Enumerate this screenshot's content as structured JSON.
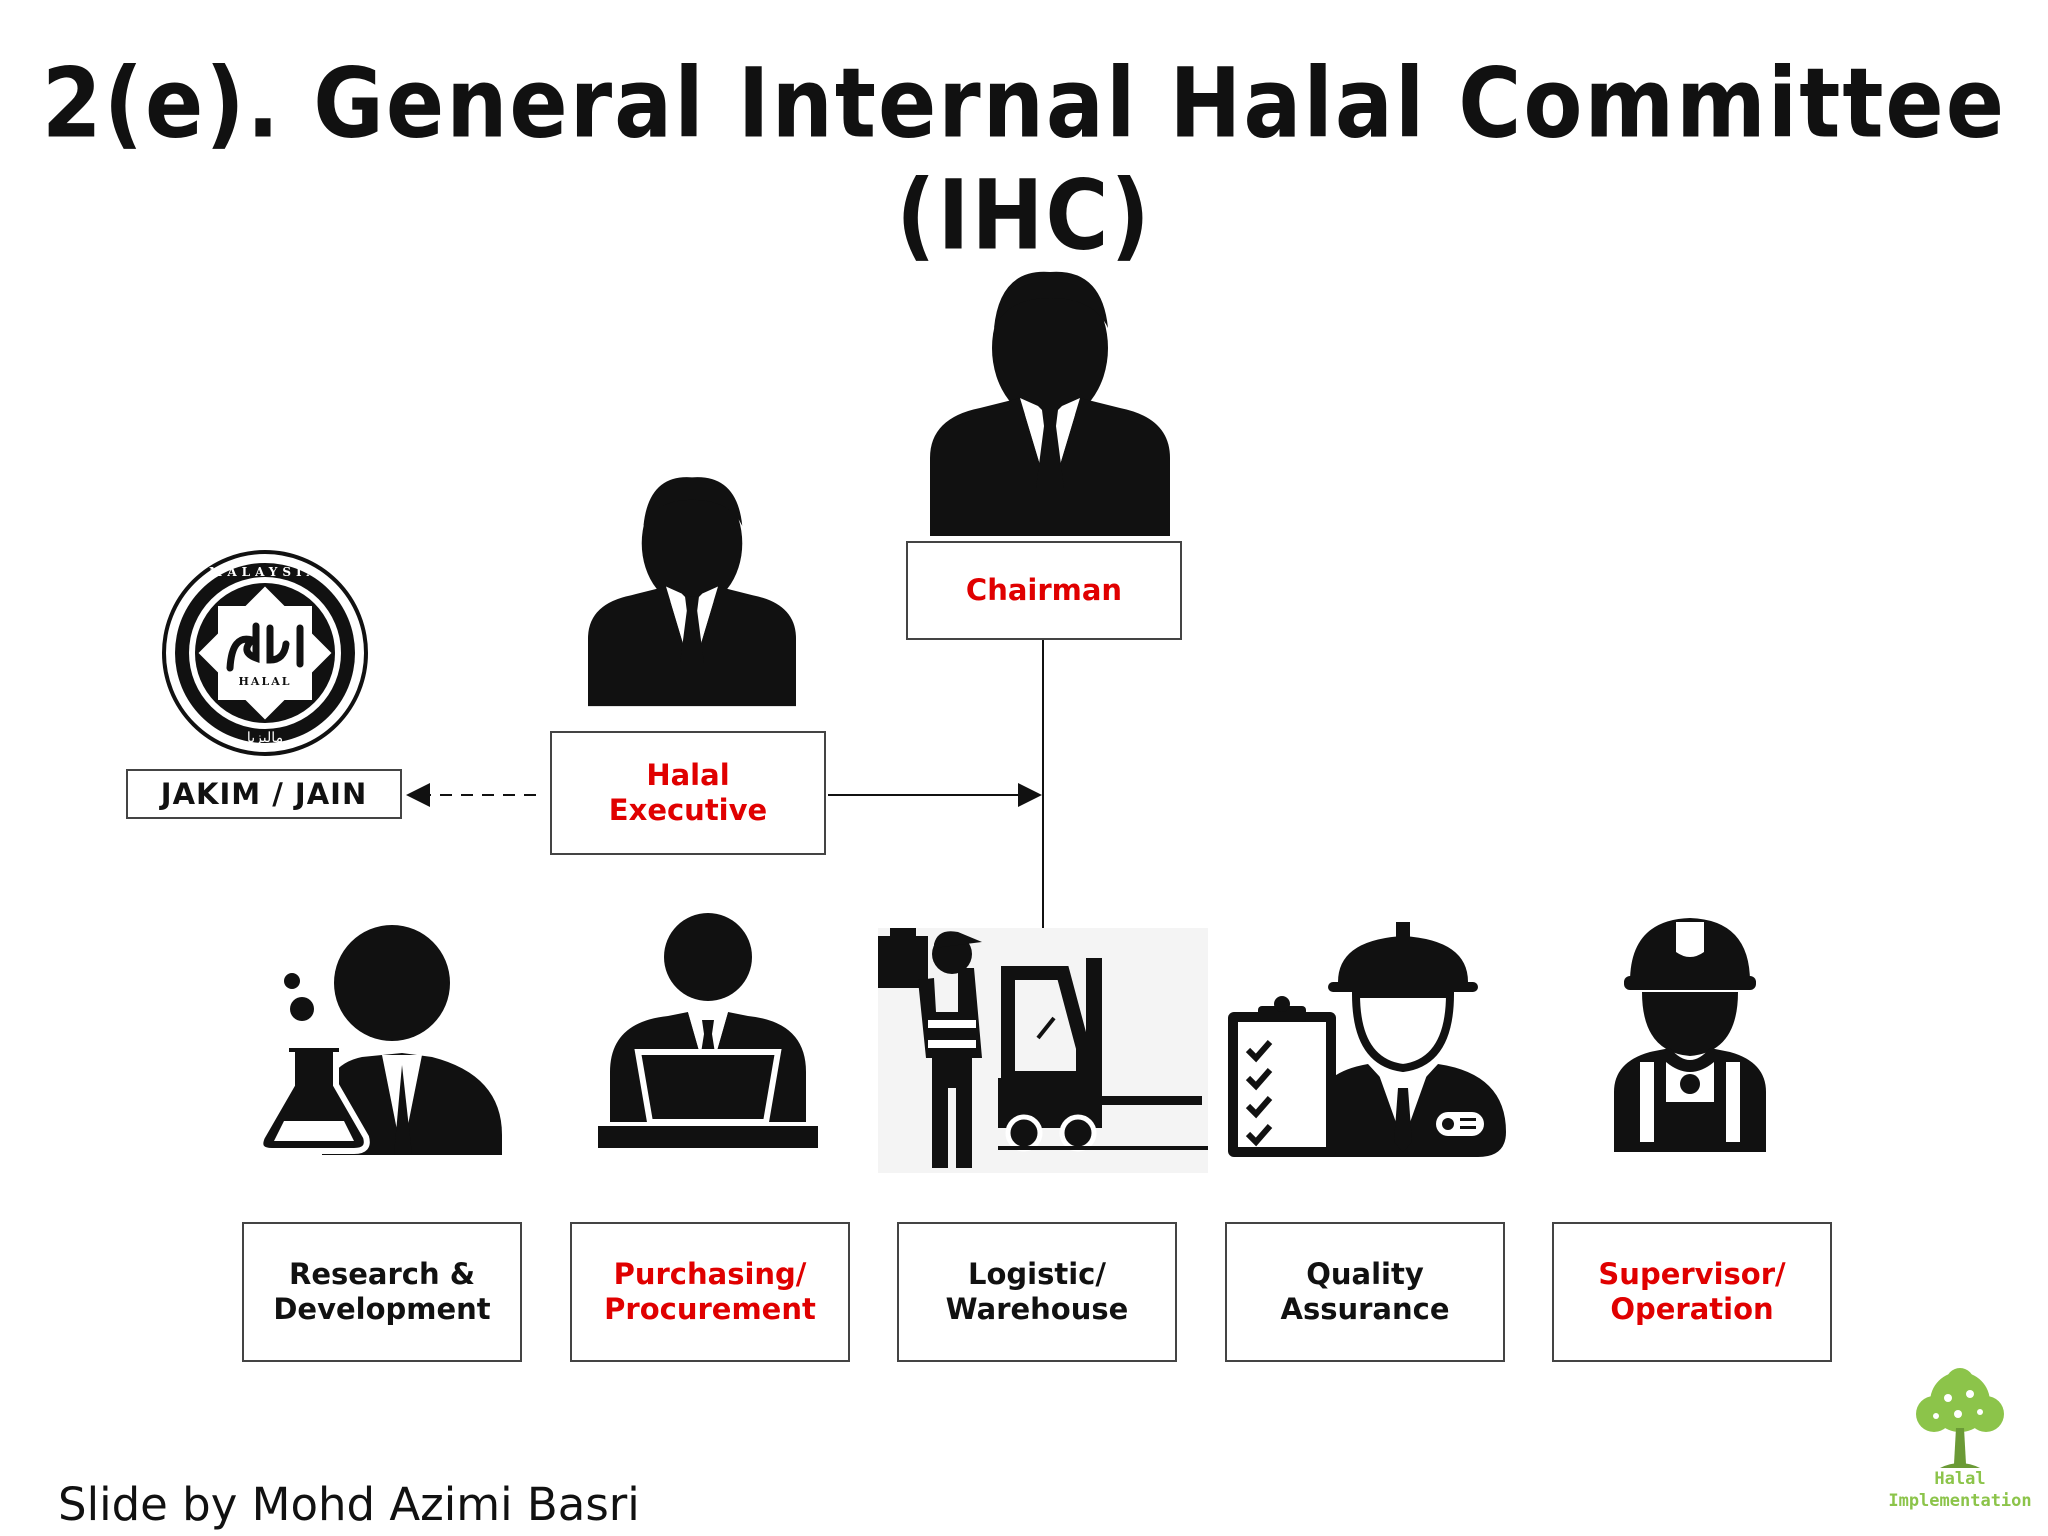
{
  "title": "2(e). General Internal Halal Committee (IHC)",
  "nodes": {
    "chairman": "Chairman",
    "halal_executive": "Halal\nExecutive",
    "jakim_jain": "JAKIM / JAIN",
    "departments": [
      {
        "label": "Research &\nDevelopment",
        "color": "black",
        "icon": "scientist-icon"
      },
      {
        "label": "Purchasing/\nProcurement",
        "color": "red",
        "icon": "laptop-user-icon"
      },
      {
        "label": "Logistic/\nWarehouse",
        "color": "black",
        "icon": "forklift-worker-icon"
      },
      {
        "label": "Quality\nAssurance",
        "color": "black",
        "icon": "inspector-clipboard-icon"
      },
      {
        "label": "Supervisor/\nOperation",
        "color": "red",
        "icon": "hardhat-worker-icon"
      }
    ]
  },
  "logo": {
    "name": "halal-malaysia-logo",
    "lettering": [
      "MALAYSIA",
      "HALAL"
    ]
  },
  "credit": "Slide by Mohd Azimi Basri",
  "brand": "Halal\nImplementation",
  "colors": {
    "accent": "#e00000",
    "text": "#111111",
    "brand": "#8cc44a"
  }
}
